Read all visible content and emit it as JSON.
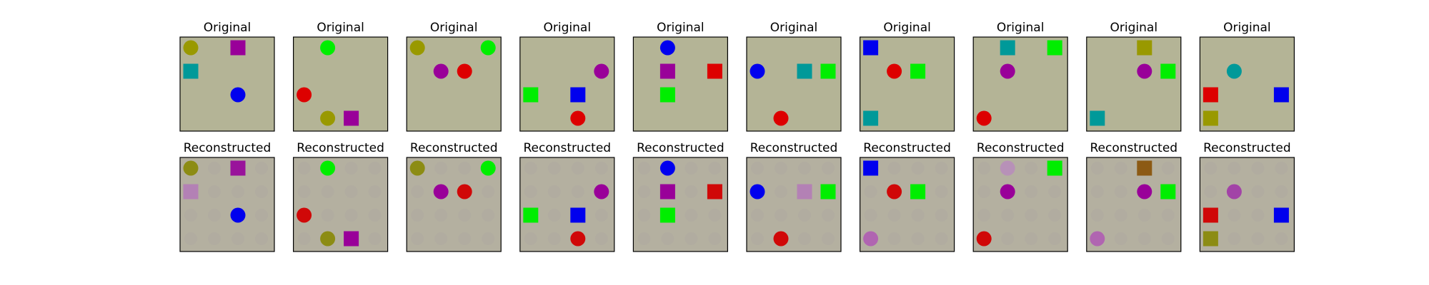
{
  "figure": {
    "background_color": "#b4b496",
    "recon_background_color": "#b4b0a0",
    "rows": [
      {
        "title": "Original",
        "panels": [
          {
            "shapes": [
              {
                "shape": "circle",
                "color": "#999900",
                "gx": 0,
                "gy": 0
              },
              {
                "shape": "square",
                "color": "#990099",
                "gx": 2,
                "gy": 0
              },
              {
                "shape": "square",
                "color": "#009999",
                "gx": 0,
                "gy": 1
              },
              {
                "shape": "circle",
                "color": "#0000ee",
                "gx": 2,
                "gy": 2
              }
            ]
          },
          {
            "shapes": [
              {
                "shape": "circle",
                "color": "#00ee00",
                "gx": 1,
                "gy": 0
              },
              {
                "shape": "circle",
                "color": "#dd0000",
                "gx": 0,
                "gy": 2
              },
              {
                "shape": "circle",
                "color": "#999900",
                "gx": 1,
                "gy": 3
              },
              {
                "shape": "square",
                "color": "#990099",
                "gx": 2,
                "gy": 3
              }
            ]
          },
          {
            "shapes": [
              {
                "shape": "circle",
                "color": "#999900",
                "gx": 0,
                "gy": 0
              },
              {
                "shape": "circle",
                "color": "#00ee00",
                "gx": 3,
                "gy": 0
              },
              {
                "shape": "circle",
                "color": "#990099",
                "gx": 1,
                "gy": 1
              },
              {
                "shape": "circle",
                "color": "#dd0000",
                "gx": 2,
                "gy": 1
              }
            ]
          },
          {
            "shapes": [
              {
                "shape": "circle",
                "color": "#990099",
                "gx": 3,
                "gy": 1
              },
              {
                "shape": "square",
                "color": "#00ee00",
                "gx": 0,
                "gy": 2
              },
              {
                "shape": "square",
                "color": "#0000ee",
                "gx": 2,
                "gy": 2
              },
              {
                "shape": "circle",
                "color": "#dd0000",
                "gx": 2,
                "gy": 3
              }
            ]
          },
          {
            "shapes": [
              {
                "shape": "circle",
                "color": "#0000ee",
                "gx": 1,
                "gy": 0
              },
              {
                "shape": "square",
                "color": "#990099",
                "gx": 1,
                "gy": 1
              },
              {
                "shape": "square",
                "color": "#dd0000",
                "gx": 3,
                "gy": 1
              },
              {
                "shape": "square",
                "color": "#00ee00",
                "gx": 1,
                "gy": 2
              }
            ]
          },
          {
            "shapes": [
              {
                "shape": "circle",
                "color": "#0000ee",
                "gx": 0,
                "gy": 1
              },
              {
                "shape": "square",
                "color": "#009999",
                "gx": 2,
                "gy": 1
              },
              {
                "shape": "square",
                "color": "#00ee00",
                "gx": 3,
                "gy": 1
              },
              {
                "shape": "circle",
                "color": "#dd0000",
                "gx": 1,
                "gy": 3
              }
            ]
          },
          {
            "shapes": [
              {
                "shape": "square",
                "color": "#0000ee",
                "gx": 0,
                "gy": 0
              },
              {
                "shape": "circle",
                "color": "#dd0000",
                "gx": 1,
                "gy": 1
              },
              {
                "shape": "square",
                "color": "#00ee00",
                "gx": 2,
                "gy": 1
              },
              {
                "shape": "square",
                "color": "#009999",
                "gx": 0,
                "gy": 3
              }
            ]
          },
          {
            "shapes": [
              {
                "shape": "square",
                "color": "#009999",
                "gx": 1,
                "gy": 0
              },
              {
                "shape": "square",
                "color": "#00ee00",
                "gx": 3,
                "gy": 0
              },
              {
                "shape": "circle",
                "color": "#990099",
                "gx": 1,
                "gy": 1
              },
              {
                "shape": "circle",
                "color": "#dd0000",
                "gx": 0,
                "gy": 3
              }
            ]
          },
          {
            "shapes": [
              {
                "shape": "square",
                "color": "#999900",
                "gx": 2,
                "gy": 0
              },
              {
                "shape": "circle",
                "color": "#990099",
                "gx": 2,
                "gy": 1
              },
              {
                "shape": "square",
                "color": "#00ee00",
                "gx": 3,
                "gy": 1
              },
              {
                "shape": "square",
                "color": "#009999",
                "gx": 0,
                "gy": 3
              }
            ]
          },
          {
            "shapes": [
              {
                "shape": "circle",
                "color": "#009999",
                "gx": 1,
                "gy": 1
              },
              {
                "shape": "square",
                "color": "#dd0000",
                "gx": 0,
                "gy": 2
              },
              {
                "shape": "square",
                "color": "#0000ee",
                "gx": 3,
                "gy": 2
              },
              {
                "shape": "square",
                "color": "#999900",
                "gx": 0,
                "gy": 3
              }
            ]
          }
        ]
      },
      {
        "title": "Reconstructed",
        "panels": [
          {
            "shapes": [
              {
                "shape": "circle",
                "color": "#8c8c14",
                "gx": 0,
                "gy": 0
              },
              {
                "shape": "square",
                "color": "#99139b",
                "gx": 2,
                "gy": 0
              },
              {
                "shape": "square",
                "color": "#b479b8",
                "gx": 0,
                "gy": 1,
                "faint": true
              },
              {
                "shape": "circle",
                "color": "#0000ee",
                "gx": 2,
                "gy": 2
              }
            ]
          },
          {
            "shapes": [
              {
                "shape": "circle",
                "color": "#00ee00",
                "gx": 1,
                "gy": 0
              },
              {
                "shape": "circle",
                "color": "#d00808",
                "gx": 0,
                "gy": 2
              },
              {
                "shape": "circle",
                "color": "#8c8c14",
                "gx": 1,
                "gy": 3
              },
              {
                "shape": "square",
                "color": "#990099",
                "gx": 2,
                "gy": 3
              }
            ]
          },
          {
            "shapes": [
              {
                "shape": "circle",
                "color": "#8c8c14",
                "gx": 0,
                "gy": 0
              },
              {
                "shape": "circle",
                "color": "#00ee00",
                "gx": 3,
                "gy": 0
              },
              {
                "shape": "circle",
                "color": "#990099",
                "gx": 1,
                "gy": 1
              },
              {
                "shape": "circle",
                "color": "#d00808",
                "gx": 2,
                "gy": 1
              }
            ]
          },
          {
            "shapes": [
              {
                "shape": "circle",
                "color": "#990099",
                "gx": 3,
                "gy": 1
              },
              {
                "shape": "square",
                "color": "#00ee00",
                "gx": 0,
                "gy": 2
              },
              {
                "shape": "square",
                "color": "#0000ee",
                "gx": 2,
                "gy": 2
              },
              {
                "shape": "circle",
                "color": "#d00808",
                "gx": 2,
                "gy": 3
              }
            ]
          },
          {
            "shapes": [
              {
                "shape": "circle",
                "color": "#0000ee",
                "gx": 1,
                "gy": 0
              },
              {
                "shape": "square",
                "color": "#990099",
                "gx": 1,
                "gy": 1
              },
              {
                "shape": "square",
                "color": "#d00808",
                "gx": 3,
                "gy": 1
              },
              {
                "shape": "square",
                "color": "#00ee00",
                "gx": 1,
                "gy": 2
              }
            ]
          },
          {
            "shapes": [
              {
                "shape": "circle",
                "color": "#0000ee",
                "gx": 0,
                "gy": 1
              },
              {
                "shape": "square",
                "color": "#b479b8",
                "gx": 2,
                "gy": 1,
                "faint": true
              },
              {
                "shape": "square",
                "color": "#00ee00",
                "gx": 3,
                "gy": 1
              },
              {
                "shape": "circle",
                "color": "#d00808",
                "gx": 1,
                "gy": 3
              }
            ]
          },
          {
            "shapes": [
              {
                "shape": "square",
                "color": "#0000ee",
                "gx": 0,
                "gy": 0
              },
              {
                "shape": "circle",
                "color": "#d00808",
                "gx": 1,
                "gy": 1
              },
              {
                "shape": "square",
                "color": "#00ee00",
                "gx": 2,
                "gy": 1
              },
              {
                "shape": "circle",
                "color": "#b058b4",
                "gx": 0,
                "gy": 3,
                "faint": true
              }
            ]
          },
          {
            "shapes": [
              {
                "shape": "circle",
                "color": "#b88cbc",
                "gx": 1,
                "gy": 0,
                "faint": true
              },
              {
                "shape": "square",
                "color": "#00ee00",
                "gx": 3,
                "gy": 0
              },
              {
                "shape": "circle",
                "color": "#990099",
                "gx": 1,
                "gy": 1
              },
              {
                "shape": "circle",
                "color": "#d00808",
                "gx": 0,
                "gy": 3
              }
            ]
          },
          {
            "shapes": [
              {
                "shape": "square",
                "color": "#8c5a14",
                "gx": 2,
                "gy": 0
              },
              {
                "shape": "circle",
                "color": "#990099",
                "gx": 2,
                "gy": 1
              },
              {
                "shape": "square",
                "color": "#00ee00",
                "gx": 3,
                "gy": 1
              },
              {
                "shape": "circle",
                "color": "#b058b4",
                "gx": 0,
                "gy": 3,
                "faint": true
              }
            ]
          },
          {
            "shapes": [
              {
                "shape": "circle",
                "color": "#a030a8",
                "gx": 1,
                "gy": 1,
                "faint": true
              },
              {
                "shape": "square",
                "color": "#d00808",
                "gx": 0,
                "gy": 2
              },
              {
                "shape": "square",
                "color": "#0000ee",
                "gx": 3,
                "gy": 2
              },
              {
                "shape": "square",
                "color": "#8c8c14",
                "gx": 0,
                "gy": 3
              }
            ]
          }
        ]
      }
    ]
  }
}
